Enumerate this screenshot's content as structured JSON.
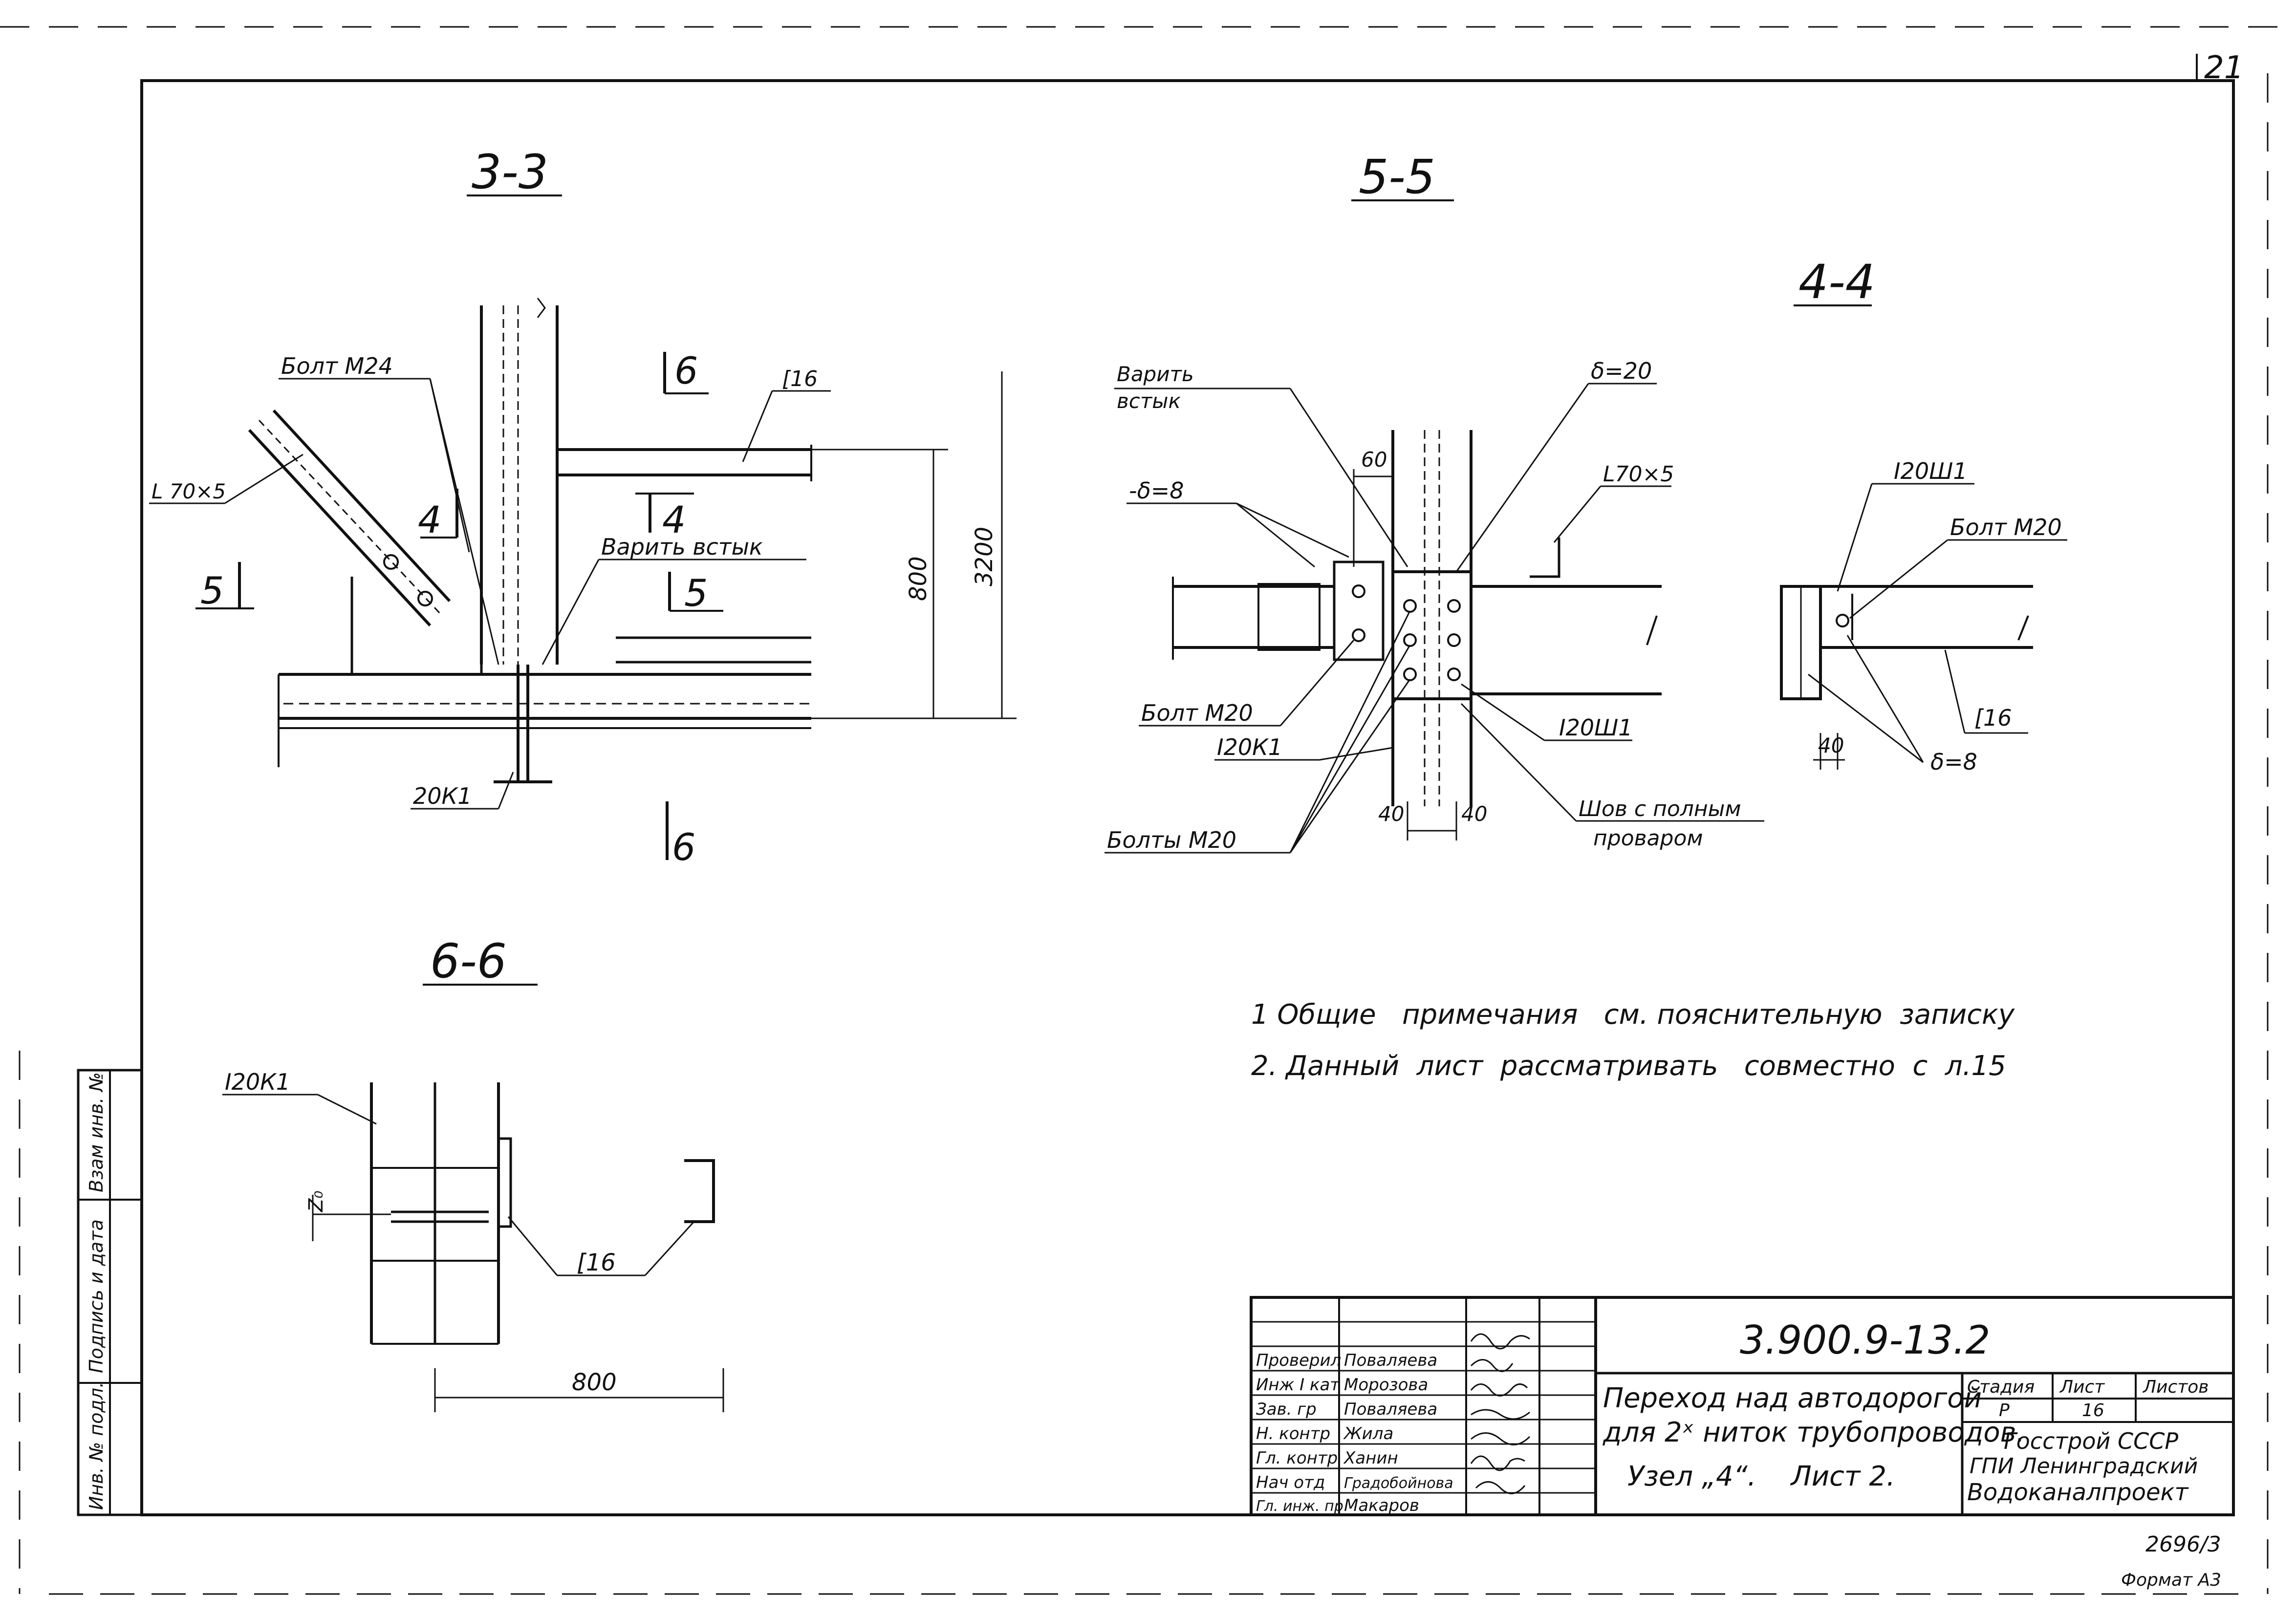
{
  "sheet_corner_number": "21",
  "sections": {
    "s33": "3-3",
    "s55": "5-5",
    "s44": "4-4",
    "s66": "6-6"
  },
  "labels_33": {
    "bolt_m24": "Болт М24",
    "l70x5": "L 70×5",
    "c16": "[16",
    "cut6_top": "6",
    "cut6_bottom": "6",
    "cut4_left": "4",
    "cut4_right": "4",
    "cut5_left": "5",
    "cut5_right": "5",
    "weld_butt": "Варить встык",
    "dim_800": "800",
    "dim_3200": "3200",
    "i20k1": "20К1"
  },
  "labels_55": {
    "weld_butt": "Варить\nвстык",
    "delta20": "δ=20",
    "delta8": "-δ=8",
    "dim_60": "60",
    "l70x5": "L70×5",
    "bolt_m20": "Болт М20",
    "i20k1": "I20К1",
    "i20sh1": "I20Ш1",
    "bolts_m20": "Болты М20",
    "dim_40a": "40",
    "dim_40b": "40",
    "seam_line1": "Шов с полным",
    "seam_line2": "проваром"
  },
  "labels_44": {
    "i20sh1": "I20Ш1",
    "bolt_m20": "Болт М20",
    "c16": "[16",
    "delta8": "δ=8",
    "dim_40": "40"
  },
  "labels_66": {
    "i20k1": "I20К1",
    "z0": "Z₀",
    "c16": "[16",
    "dim_800": "800"
  },
  "notes": [
    "1 Общие   примечания   см. пояснительную  записку",
    "2. Данный  лист  рассматривать   совместно  с  л.15"
  ],
  "left_stamp": {
    "c1": "Инв. № подл.",
    "c2": "Подпись и дата",
    "c3": "Взам инв. №"
  },
  "title_block": {
    "doc_number": "3.900.9-13.2",
    "title_line1": "Переход над автодорогой",
    "title_line2": "для 2ˣ ниток трубопроводов.",
    "title_line3": "Узел „4“.    Лист 2.",
    "stage_label": "Стадия",
    "sheet_label": "Лист",
    "sheets_label": "Листов",
    "stage_value": "Р",
    "sheet_value": "16",
    "org_line1": "Госстрой СССР",
    "org_line2": "ГПИ Ленинградский",
    "org_line3": "Водоканалпроект",
    "roles": [
      {
        "role": "Проверил",
        "name": "Поваляева"
      },
      {
        "role": "Инж I кат",
        "name": "Морозова"
      },
      {
        "role": "Зав. гр",
        "name": "Поваляева"
      },
      {
        "role": "Н. контр",
        "name": "Жила"
      },
      {
        "role": "Гл. контр",
        "name": "Ханин"
      },
      {
        "role": "Нач отд",
        "name": "Градобойнова"
      },
      {
        "role": "Гл. инж. пр",
        "name": "Макаров"
      }
    ]
  },
  "footer": {
    "code": "2696/3",
    "format": "Формат А3"
  }
}
